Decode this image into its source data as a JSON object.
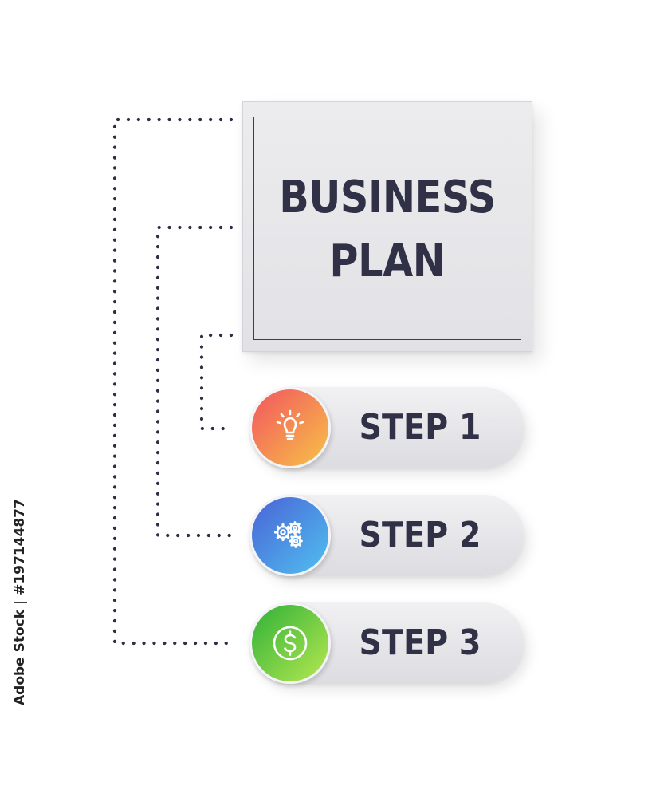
{
  "title": {
    "line1": "BUSINESS",
    "line2": "PLAN"
  },
  "steps": [
    {
      "label": "STEP 1",
      "icon": "lightbulb-icon",
      "color_start": "#f2555f",
      "color_end": "#f7c247"
    },
    {
      "label": "STEP 2",
      "icon": "gears-icon",
      "color_start": "#4a63d6",
      "color_end": "#4fc0f0"
    },
    {
      "label": "STEP 3",
      "icon": "dollar-coin-icon",
      "color_start": "#2fb138",
      "color_end": "#b6e851"
    }
  ],
  "stock_id": "Adobe Stock | #197144877",
  "colors": {
    "text": "#303046",
    "connector_dots": "#2e2e44",
    "card_background": "#e6e6ea"
  }
}
